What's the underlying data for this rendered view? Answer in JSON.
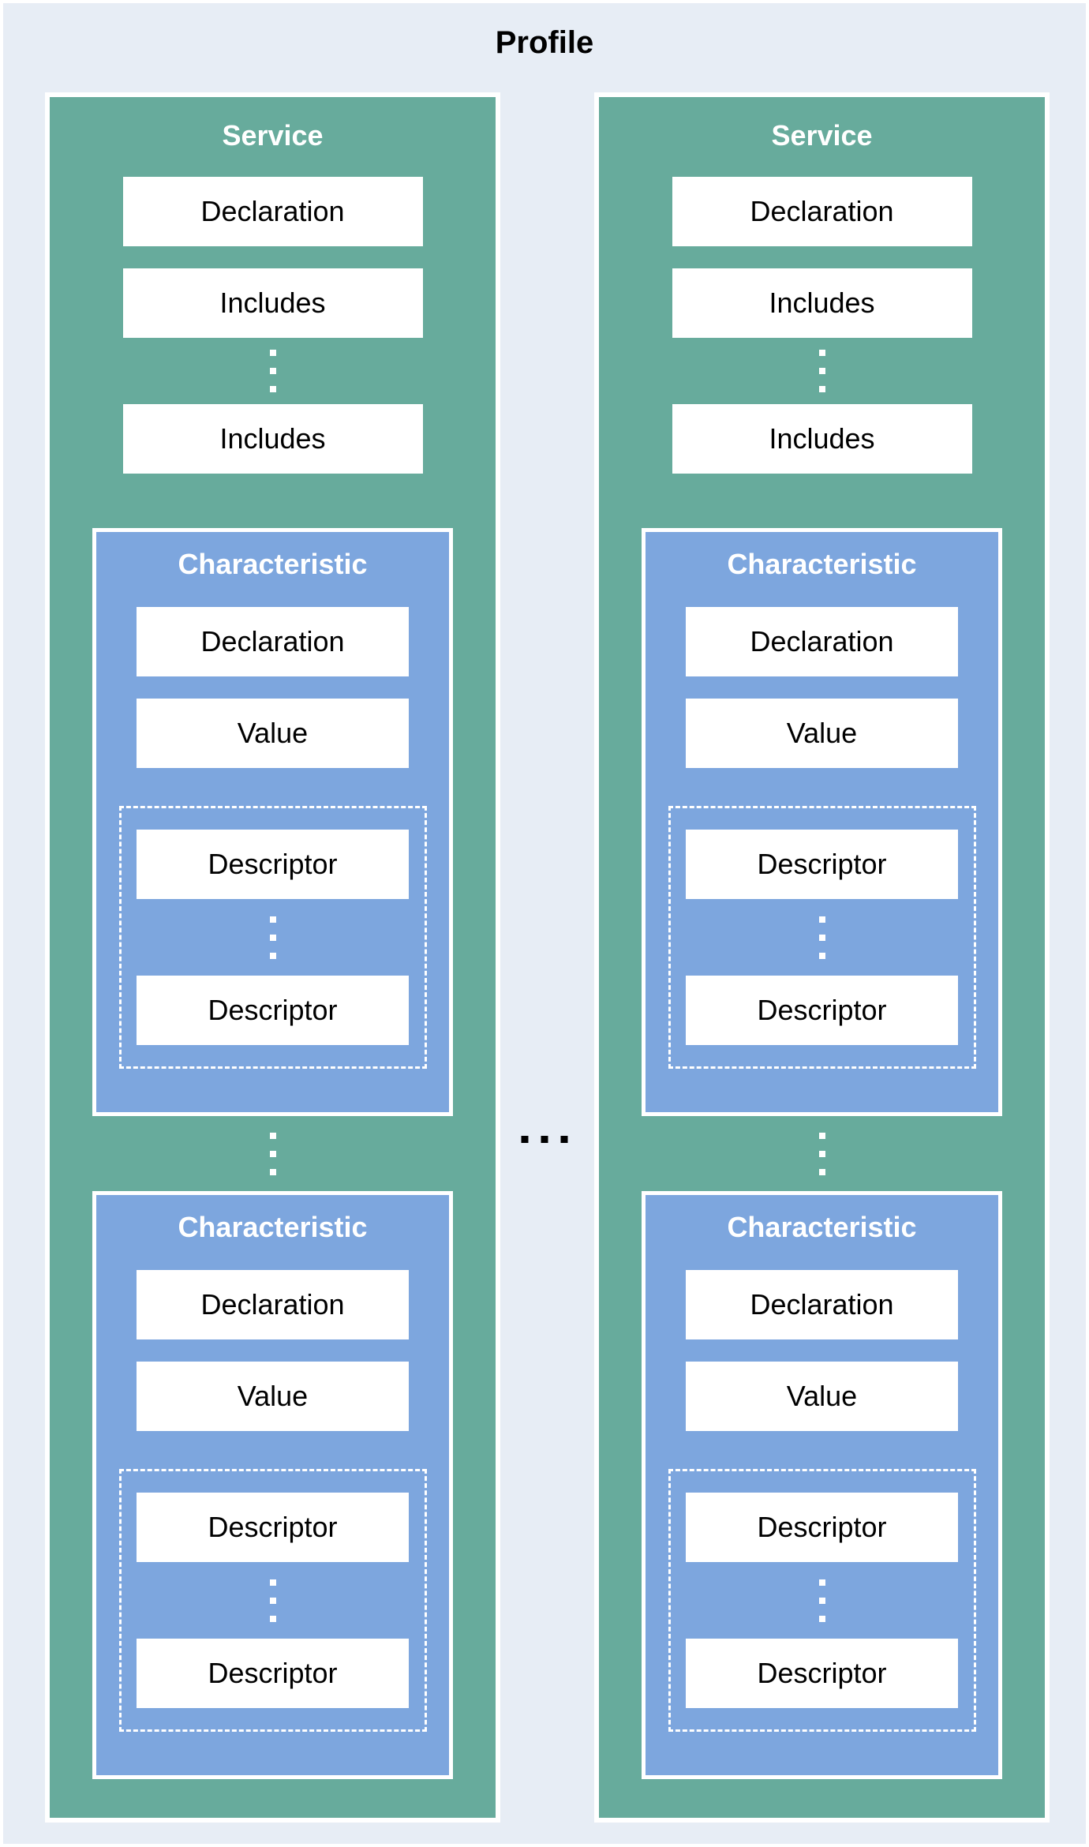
{
  "title": "Profile",
  "separator": "...",
  "colors": {
    "page-bg": "#e7edf5",
    "teal": "#67ab9c",
    "blue": "#7da6de",
    "box-bg": "#ffffff",
    "text-dark": "#000000",
    "text-light": "#ffffff"
  },
  "services": [
    {
      "title": "Service",
      "declaration": "Declaration",
      "includes": [
        "Includes",
        "Includes"
      ],
      "characteristics": [
        {
          "title": "Characteristic",
          "declaration": "Declaration",
          "value": "Value",
          "descriptors": [
            "Descriptor",
            "Descriptor"
          ]
        },
        {
          "title": "Characteristic",
          "declaration": "Declaration",
          "value": "Value",
          "descriptors": [
            "Descriptor",
            "Descriptor"
          ]
        }
      ]
    },
    {
      "title": "Service",
      "declaration": "Declaration",
      "includes": [
        "Includes",
        "Includes"
      ],
      "characteristics": [
        {
          "title": "Characteristic",
          "declaration": "Declaration",
          "value": "Value",
          "descriptors": [
            "Descriptor",
            "Descriptor"
          ]
        },
        {
          "title": "Characteristic",
          "declaration": "Declaration",
          "value": "Value",
          "descriptors": [
            "Descriptor",
            "Descriptor"
          ]
        }
      ]
    }
  ]
}
